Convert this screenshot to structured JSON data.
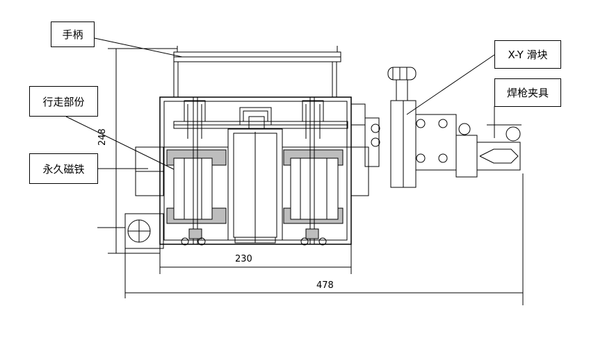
{
  "labels": {
    "handle": "手柄",
    "travel_section": "行走部份",
    "permanent_magnet": "永久磁铁",
    "xy_slider": "X-Y 滑块",
    "torch_clamp": "焊枪夹具"
  },
  "dimensions": {
    "wheel_base": "230",
    "overall_length": "478",
    "height": "248"
  }
}
